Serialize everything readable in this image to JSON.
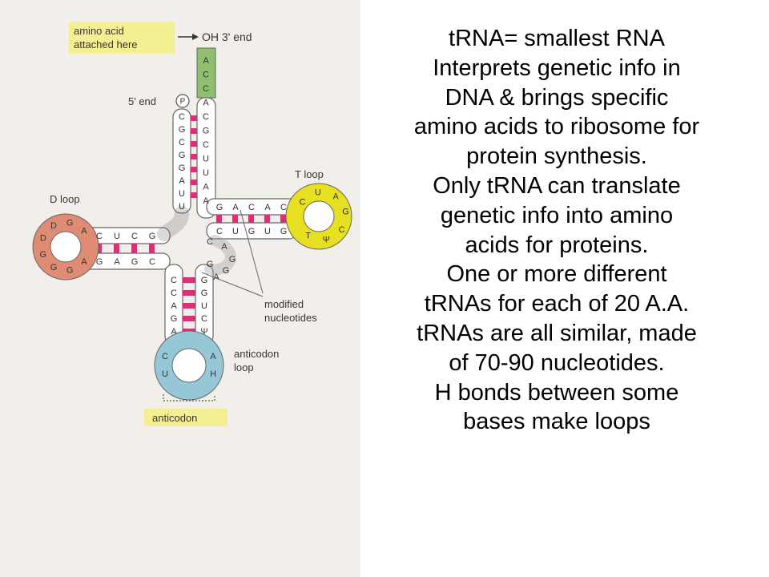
{
  "diagram": {
    "labels": {
      "amino_acid_box": [
        "amino acid",
        "attached here"
      ],
      "oh_end": "OH  3' end",
      "five_end": "5' end",
      "phosphate": "P",
      "t_loop": "T loop",
      "d_loop": "D loop",
      "modified": [
        "modified",
        "nucleotides"
      ],
      "anticodon_loop": [
        "anticodon",
        "loop"
      ],
      "anticodon_box": "anticodon"
    },
    "colors": {
      "green_stem": "#8fc070",
      "t_loop_fill": "#e6e021",
      "d_loop_fill": "#e08b73",
      "anticodon_fill": "#96c7d6",
      "base_pair": "#d6327a",
      "label_box": "#f3ef92",
      "backbone": "#ffffff"
    },
    "acceptor_left": [
      "C",
      "G",
      "C",
      "G",
      "G",
      "A",
      "U",
      "U"
    ],
    "acceptor_right": [
      "A",
      "C",
      "C",
      "A",
      "C",
      "G",
      "C",
      "U",
      "U",
      "A",
      "A"
    ],
    "t_stem_top": [
      "G",
      "A",
      "C",
      "A",
      "C"
    ],
    "t_stem_bottom": [
      "C",
      "U",
      "G",
      "U",
      "G"
    ],
    "t_loop": [
      "C",
      "U",
      "A",
      "G",
      "C",
      "Ψ",
      "T"
    ],
    "d_stem_top": [
      "C",
      "U",
      "C",
      "G"
    ],
    "d_stem_bottom": [
      "G",
      "A",
      "G",
      "C"
    ],
    "d_loop": [
      "A",
      "G",
      "D",
      "D",
      "G",
      "G",
      "G",
      "A"
    ],
    "anticodon_stem_left": [
      "C",
      "C",
      "A",
      "G",
      "A"
    ],
    "anticodon_stem_right": [
      "G",
      "G",
      "U",
      "C",
      "Ψ"
    ],
    "anticodon_loop_bases": [
      "C",
      "U",
      "A",
      "H"
    ],
    "variable_loop": [
      "C",
      "A",
      "G",
      "G",
      "A",
      "G"
    ]
  },
  "text_lines": [
    "tRNA= smallest RNA",
    "Interprets genetic info in",
    "DNA & brings specific",
    "amino acids to ribosome for",
    "protein synthesis.",
    "Only tRNA can translate",
    "genetic info into amino",
    "acids for proteins.",
    "One or more different",
    "tRNAs for each of 20 A.A.",
    "tRNAs are all similar, made",
    "of 70-90 nucleotides.",
    "H bonds between some",
    "bases make loops"
  ]
}
